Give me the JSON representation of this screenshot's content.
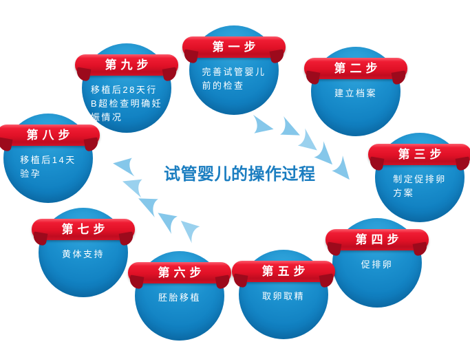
{
  "title": "试管婴儿的操作过程",
  "steps": [
    {
      "label": "第一步",
      "desc": "完善试管婴儿\n前的检查"
    },
    {
      "label": "第二步",
      "desc": "建立档案"
    },
    {
      "label": "第三步",
      "desc": "制定促排卵\n方案"
    },
    {
      "label": "第四步",
      "desc": "促排卵"
    },
    {
      "label": "第五步",
      "desc": "取卵取精"
    },
    {
      "label": "第六步",
      "desc": "胚胎移植"
    },
    {
      "label": "第七步",
      "desc": "黄体支持"
    },
    {
      "label": "第八步",
      "desc": "移植后14天\n验孕"
    },
    {
      "label": "第九步",
      "desc": "移植后28天行\nB超检查明确妊\n娠情况"
    }
  ],
  "icons": {
    "flow_arrow": "dart-arrow"
  },
  "colors": {
    "circle_blue": "#1386c6",
    "ribbon_red": "#e01126",
    "ribbon_fold_red": "#9c0a1c",
    "title_blue": "#1a7dc0",
    "arrow_blue": "#85c7ea",
    "text_white": "#ffffff"
  }
}
